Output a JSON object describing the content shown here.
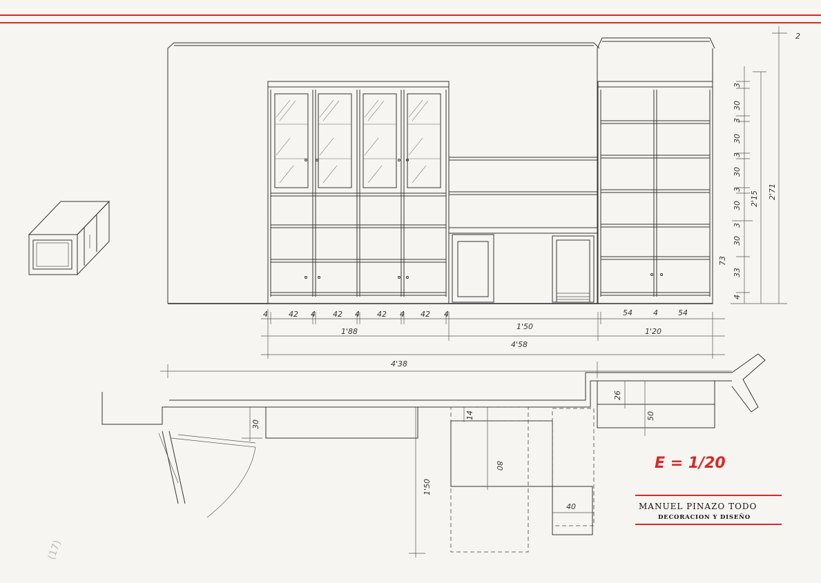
{
  "title_block": {
    "name": "MANUEL PINAZO TODO",
    "subtitle": "DECORACION Y DISEÑO",
    "accent_color": "#d62828"
  },
  "scale": "E = 1/20",
  "sheet_number": "2",
  "page_stamp": "(17)",
  "elevation": {
    "bottom_widths": [
      "4",
      "42",
      "4",
      "42",
      "4",
      "42",
      "4",
      "42",
      "4",
      "54",
      "4",
      "54"
    ],
    "section_totals": [
      "1'88",
      "1'50",
      "1'20"
    ],
    "overall_inner": "4'58",
    "overall_outer": "4'38",
    "vertical_dims": [
      "3",
      "30",
      "3",
      "30",
      "3",
      "30",
      "3",
      "30",
      "3",
      "30",
      "33",
      "4"
    ],
    "vertical_totals": [
      "73",
      "2'15",
      "2'71"
    ]
  },
  "plan": {
    "dims": [
      "30",
      "14",
      "80",
      "1'50",
      "40",
      "26",
      "50"
    ]
  }
}
